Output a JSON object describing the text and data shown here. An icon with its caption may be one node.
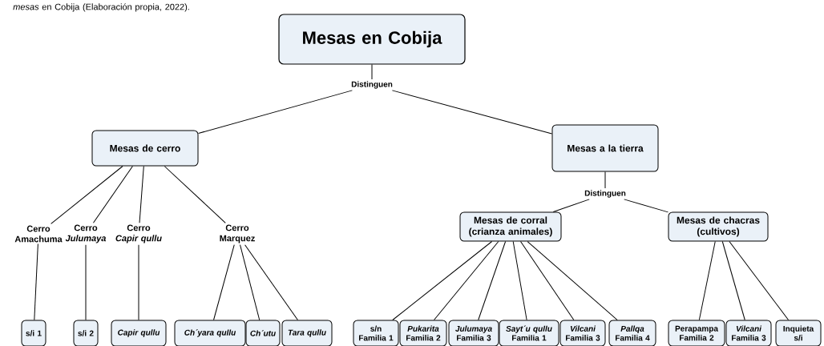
{
  "diagram": {
    "nodes": [
      {
        "text": [
          "Mesas en Cobija"
        ]
      },
      {
        "text": [
          "Distinguen"
        ]
      },
      {
        "text": [
          "Mesas de cerro"
        ]
      },
      {
        "text": [
          "Mesas a la tierra"
        ]
      },
      {
        "text": [
          "Distinguen"
        ]
      },
      {
        "text": [
          "Mesas de corral (crianza animales)"
        ]
      },
      {
        "text": [
          "Mesas de chacras (cultivos)"
        ]
      },
      {
        "text": [
          "Cerro Amachuma"
        ]
      },
      {
        "text": [
          "Cerro *Julumaya*"
        ]
      },
      {
        "text": [
          "Cerro *Capir qullu*"
        ]
      },
      {
        "text": [
          "Cerro Marquez"
        ]
      },
      {
        "text": [
          "s/i 1"
        ]
      },
      {
        "text": [
          "s/i 2"
        ]
      },
      {
        "text": [
          "*Capir qullu*"
        ]
      },
      {
        "text": [
          "*Ch´yara qullu*"
        ]
      },
      {
        "text": [
          "*Ch´utu*"
        ]
      },
      {
        "text": [
          "*Tara qullu*"
        ]
      },
      {
        "text": [
          "s/n Familia 1"
        ]
      },
      {
        "text": [
          "*Pukarita* Familia 2"
        ]
      },
      {
        "text": [
          "*Julumaya* Familia 3"
        ]
      },
      {
        "text": [
          "*Sayt´u qullu* Familia 1"
        ]
      },
      {
        "text": [
          "*Vilcani* Familia 3"
        ]
      },
      {
        "text": [
          "*Pallqa* Familia 4"
        ]
      },
      {
        "text": [
          "Perapampa Familia 2"
        ]
      },
      {
        "text": [
          "*Vilcani* Familia 3"
        ]
      },
      {
        "text": [
          "Inquieta s/i"
        ]
      }
    ],
    "edges": [
      {
        "from": 0,
        "to": 1,
        "arrow": "none"
      },
      {
        "from": 1,
        "to": 2,
        "arrow": "none"
      },
      {
        "from": 1,
        "to": 3,
        "arrow": "none"
      },
      {
        "from": 3,
        "to": 4,
        "arrow": "none"
      },
      {
        "from": 4,
        "to": 5,
        "arrow": "none"
      },
      {
        "from": 4,
        "to": 6,
        "arrow": "none"
      },
      {
        "from": 2,
        "to": 7,
        "arrow": "none"
      },
      {
        "from": 2,
        "to": 8,
        "arrow": "none"
      },
      {
        "from": 2,
        "to": 9,
        "arrow": "none"
      },
      {
        "from": 2,
        "to": 10,
        "arrow": "none"
      },
      {
        "from": 7,
        "to": 11,
        "arrow": "none"
      },
      {
        "from": 8,
        "to": 12,
        "arrow": "none"
      },
      {
        "from": 9,
        "to": 13,
        "arrow": "none"
      },
      {
        "from": 10,
        "to": 14,
        "arrow": "none"
      },
      {
        "from": 10,
        "to": 15,
        "arrow": "none"
      },
      {
        "from": 10,
        "to": 16,
        "arrow": "none"
      },
      {
        "from": 5,
        "to": 17,
        "arrow": "none"
      },
      {
        "from": 5,
        "to": 18,
        "arrow": "none"
      },
      {
        "from": 5,
        "to": 19,
        "arrow": "none"
      },
      {
        "from": 5,
        "to": 20,
        "arrow": "none"
      },
      {
        "from": 5,
        "to": 21,
        "arrow": "none"
      },
      {
        "from": 5,
        "to": 22,
        "arrow": "none"
      },
      {
        "from": 6,
        "to": 23,
        "arrow": "none"
      },
      {
        "from": 6,
        "to": 24,
        "arrow": "none"
      },
      {
        "from": 6,
        "to": 25,
        "arrow": "none"
      }
    ],
    "labels": [
      "*mesas* en Cobija (Elaboración propia, 2022)."
    ]
  }
}
